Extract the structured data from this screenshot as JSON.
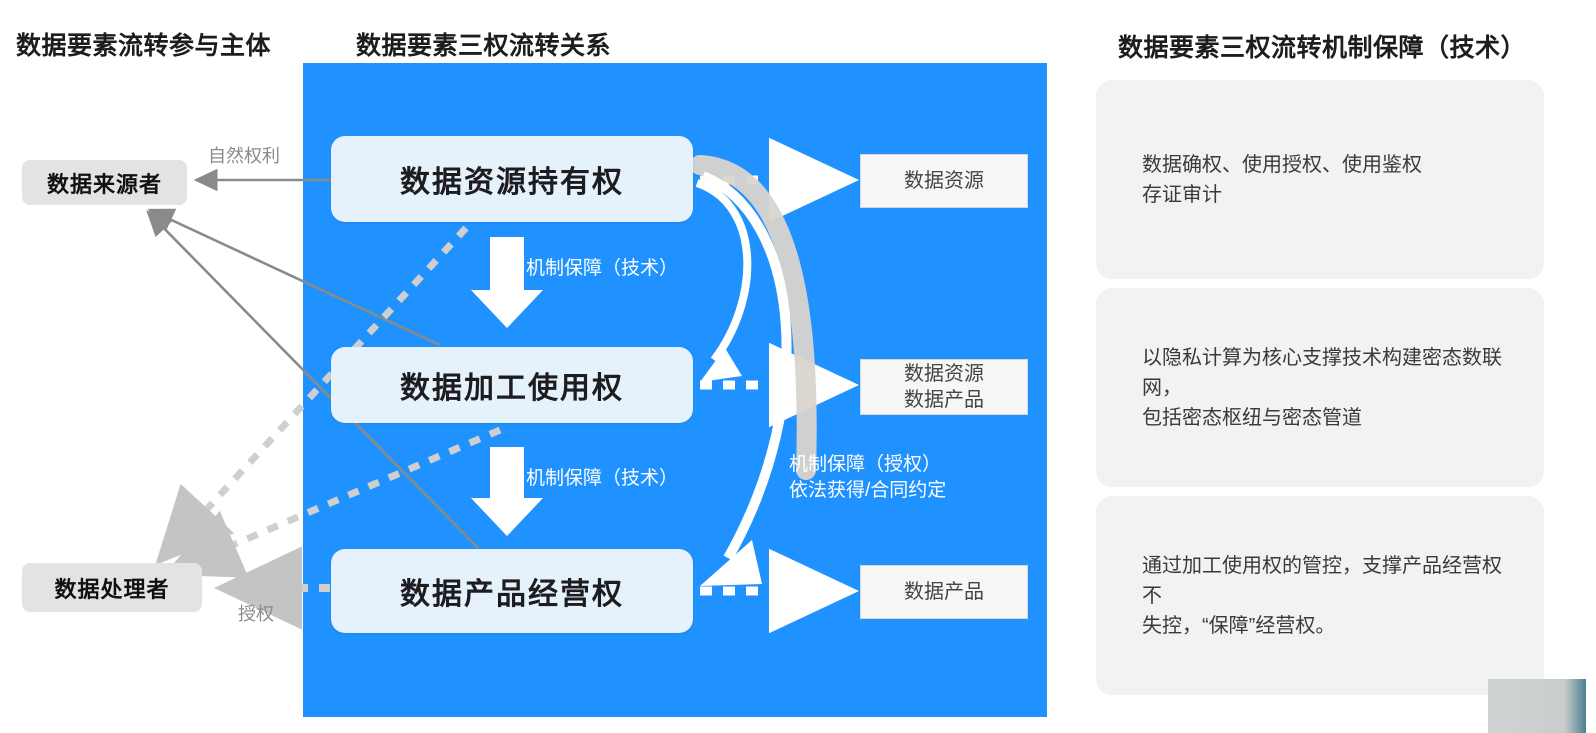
{
  "titles": {
    "left": "数据要素流转参与主体",
    "middle": "数据要素三权流转关系",
    "right": "数据要素三权流转机制保障（技术）"
  },
  "subjects": [
    {
      "id": "data-source",
      "label": "数据来源者"
    },
    {
      "id": "data-processor",
      "label": "数据处理者"
    }
  ],
  "rights": [
    {
      "id": "holding",
      "label": "数据资源持有权"
    },
    {
      "id": "processing",
      "label": "数据加工使用权"
    },
    {
      "id": "operating",
      "label": "数据产品经营权"
    }
  ],
  "outputs": [
    {
      "id": "out-1",
      "lines": [
        "数据资源"
      ]
    },
    {
      "id": "out-2",
      "lines": [
        "数据资源",
        "数据产品"
      ]
    },
    {
      "id": "out-3",
      "lines": [
        "数据产品"
      ]
    }
  ],
  "outputs_text": {
    "o1l1": "数据资源",
    "o2l1": "数据资源",
    "o2l2": "数据产品",
    "o3l1": "数据产品"
  },
  "captions": {
    "mechanism_tech_1": "机制保障（技术）",
    "mechanism_tech_2": "机制保障（技术）",
    "mechanism_auth_line1": "机制保障（授权）",
    "mechanism_auth_line2": "依法获得/合同约定",
    "natural_right": "自然权利",
    "authorize": "授权"
  },
  "mechanism_cards": [
    {
      "id": "card-1",
      "text": "数据确权、使用授权、使用鉴权\n存证审计",
      "line1": "数据确权、使用授权、使用鉴权",
      "line2": "存证审计"
    },
    {
      "id": "card-2",
      "text": "以隐私计算为核心支撑技术构建密态数联网，包括密态枢纽与密态管道",
      "line1": "以隐私计算为核心支撑技术构建密态数联网，",
      "line2": "包括密态枢纽与密态管道"
    },
    {
      "id": "card-3",
      "text": "通过加工使用权的管控，支撑产品经营权不失控，“保障”经营权。",
      "line1": "通过加工使用权的管控，支撑产品经营权不",
      "line2": "失控，“保障”经营权。"
    }
  ],
  "colors": {
    "panel_blue": "#1f92ff",
    "right_box": "#e6f2fb",
    "subject_chip": "#e3e3e3",
    "mechanism_card": "#f2f2f2",
    "connector_grey": "#8a8a8a",
    "dotted_grey": "#cfcfcf",
    "arrow_white": "#ffffff"
  }
}
